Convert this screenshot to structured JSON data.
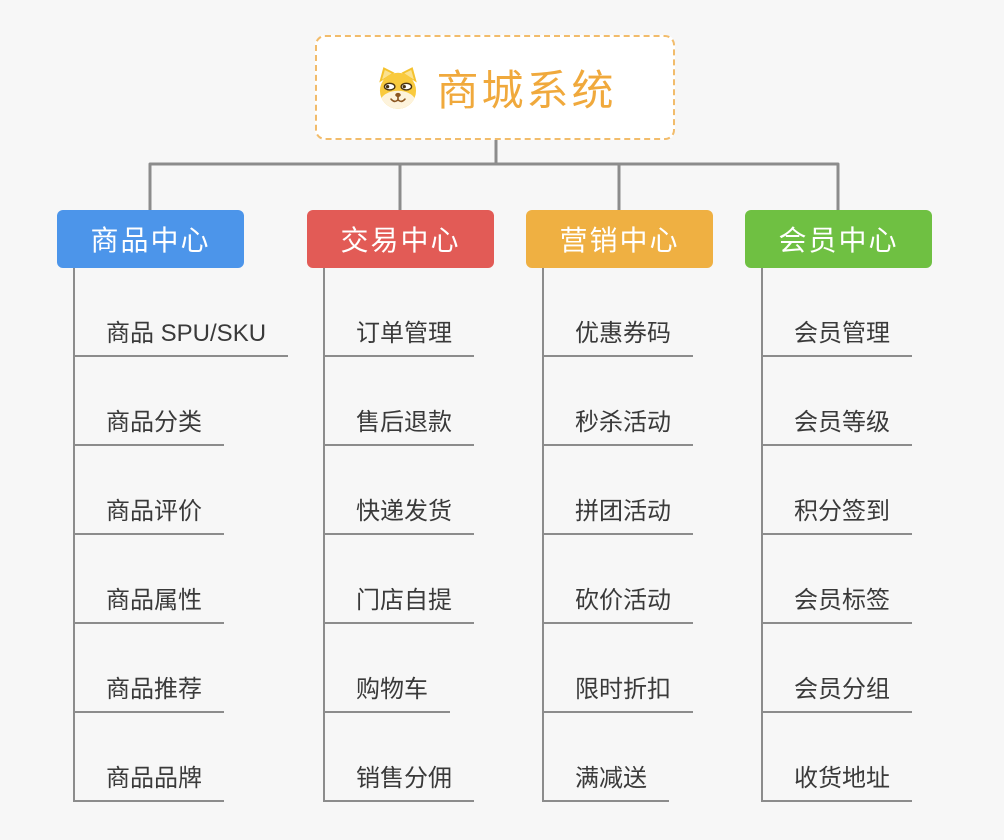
{
  "root": {
    "title": "商城系统",
    "icon": "dog-face"
  },
  "branches": [
    {
      "label": "商品中心",
      "color": "#4C95EA",
      "items": [
        "商品 SPU/SKU",
        "商品分类",
        "商品评价",
        "商品属性",
        "商品推荐",
        "商品品牌"
      ]
    },
    {
      "label": "交易中心",
      "color": "#E25B56",
      "items": [
        "订单管理",
        "售后退款",
        "快递发货",
        "门店自提",
        "购物车",
        "销售分佣"
      ]
    },
    {
      "label": "营销中心",
      "color": "#EFB042",
      "items": [
        "优惠券码",
        "秒杀活动",
        "拼团活动",
        "砍价活动",
        "限时折扣",
        "满减送"
      ]
    },
    {
      "label": "会员中心",
      "color": "#6FC042",
      "items": [
        "会员管理",
        "会员等级",
        "积分签到",
        "会员标签",
        "会员分组",
        "收货地址"
      ]
    }
  ],
  "colors": {
    "canvas_background": "#F7F7F7",
    "connector_line": "#8C8C8C",
    "root_border": "#F2BC6B",
    "root_text": "#F0A93C",
    "branch_text": "#FFFFFF",
    "leaf_text": "#3A3A3A"
  }
}
